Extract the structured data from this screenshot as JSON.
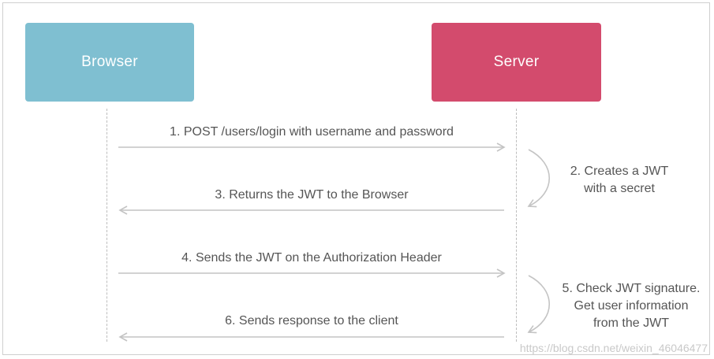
{
  "actors": {
    "browser": {
      "label": "Browser",
      "color": "#7fbfd1"
    },
    "server": {
      "label": "Server",
      "color": "#d34b6d"
    }
  },
  "messages": [
    {
      "label": "1. POST /users/login with username and password",
      "direction": "browser-to-server"
    },
    {
      "label": "3. Returns the JWT to the Browser",
      "direction": "server-to-browser"
    },
    {
      "label": "4. Sends the JWT on the Authorization Header",
      "direction": "browser-to-server"
    },
    {
      "label": "6. Sends response to the client",
      "direction": "server-to-browser"
    }
  ],
  "server_steps": [
    {
      "lines": [
        "2. Creates a JWT",
        "with a secret"
      ]
    },
    {
      "lines": [
        "5. Check JWT signature.",
        "Get user information",
        "from the JWT"
      ]
    }
  ],
  "watermark": "https://blog.csdn.net/weixin_46046477"
}
